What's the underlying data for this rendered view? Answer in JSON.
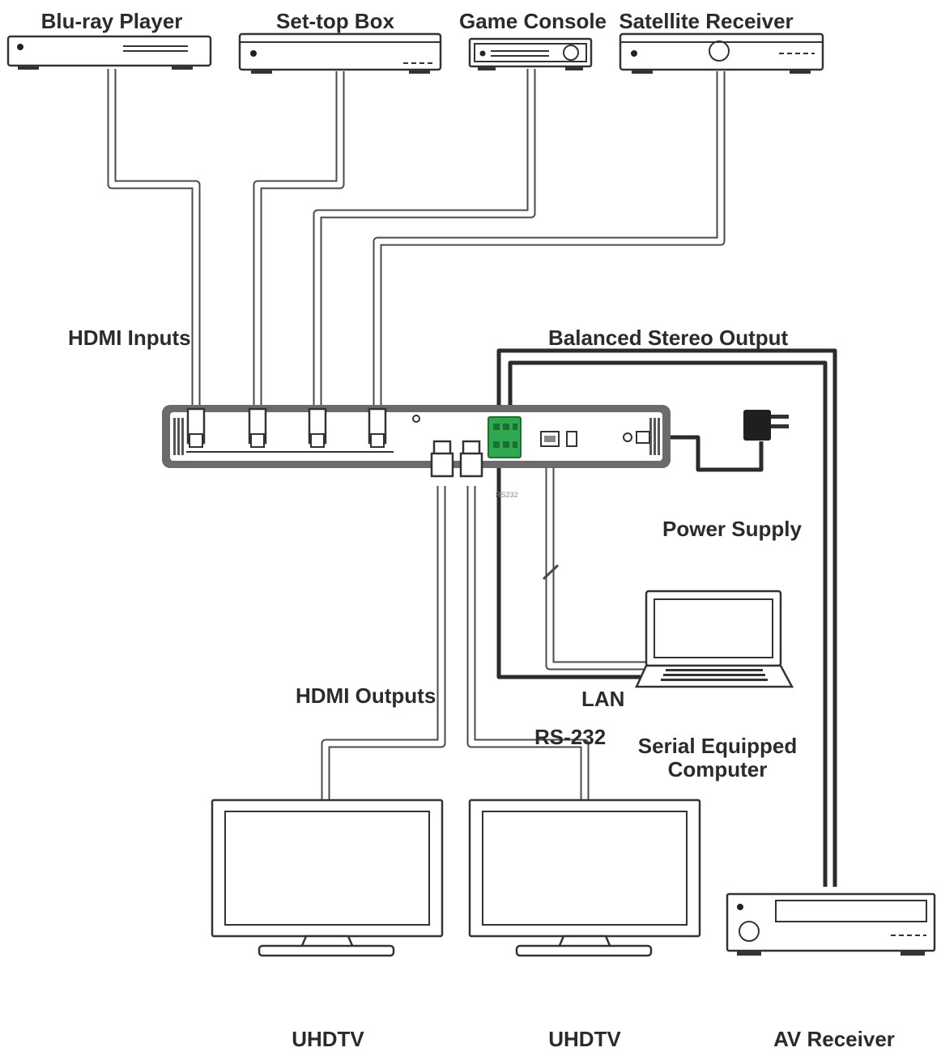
{
  "labels": {
    "bluray": "Blu-ray Player",
    "settop": "Set-top Box",
    "console": "Game Console",
    "satellite": "Satellite Receiver",
    "hdmi_inputs": "HDMI Inputs",
    "balanced": "Balanced Stereo Output",
    "power": "Power Supply",
    "hdmi_outputs": "HDMI Outputs",
    "lan": "LAN",
    "rs232": "RS-232",
    "serial_line1": "Serial Equipped",
    "serial_line2": "Computer",
    "uhdtv1": "UHDTV",
    "uhdtv2": "UHDTV",
    "av_receiver": "AV Receiver"
  },
  "colors": {
    "cable": "#4a4a4a",
    "terminal": "#2fa84f",
    "device_outline": "#333333"
  },
  "icons": [
    "bluray-player-icon",
    "settop-box-icon",
    "game-console-icon",
    "satellite-receiver-icon",
    "matrix-switcher-icon",
    "power-adapter-icon",
    "laptop-icon",
    "tv-icon",
    "av-receiver-icon"
  ]
}
